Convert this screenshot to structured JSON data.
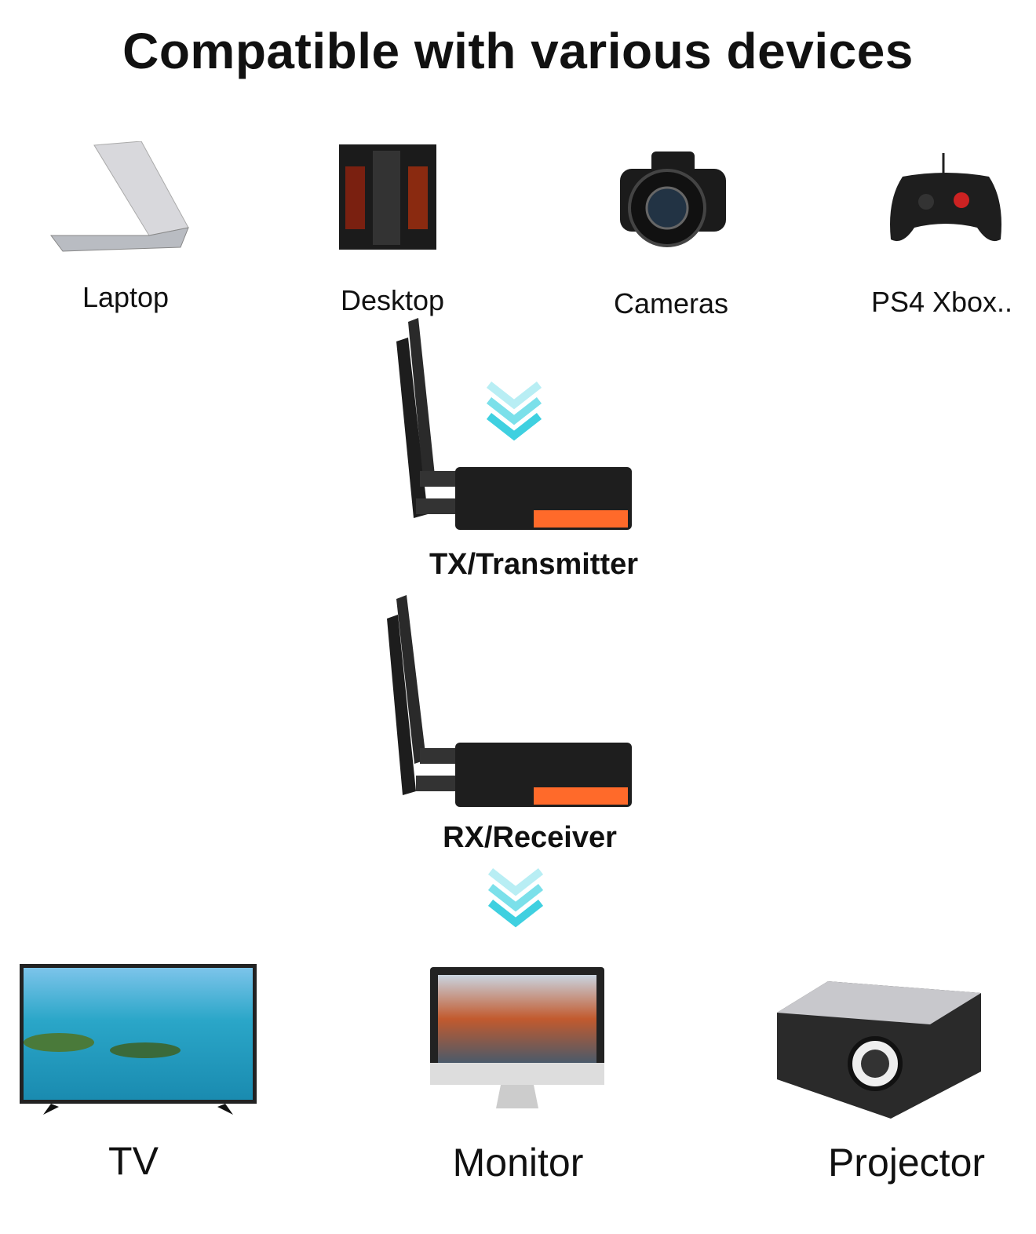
{
  "title": "Compatible with various devices",
  "sources": [
    {
      "label": "Laptop",
      "icon": "laptop-icon"
    },
    {
      "label": "Desktop",
      "icon": "desktop-icon"
    },
    {
      "label": "Cameras",
      "icon": "camera-icon"
    },
    {
      "label": "PS4 Xbox..",
      "icon": "gamepad-icon"
    }
  ],
  "transmitter": {
    "label": "TX/Transmitter"
  },
  "receiver": {
    "label": "RX/Receiver"
  },
  "outputs": [
    {
      "label": "TV",
      "icon": "tv-icon"
    },
    {
      "label": "Monitor",
      "icon": "monitor-icon"
    },
    {
      "label": "Projector",
      "icon": "projector-icon"
    }
  ],
  "colors": {
    "accent": "#ff6a2a",
    "arrow": "#3fd0e0",
    "device": "#1e1e1e"
  }
}
